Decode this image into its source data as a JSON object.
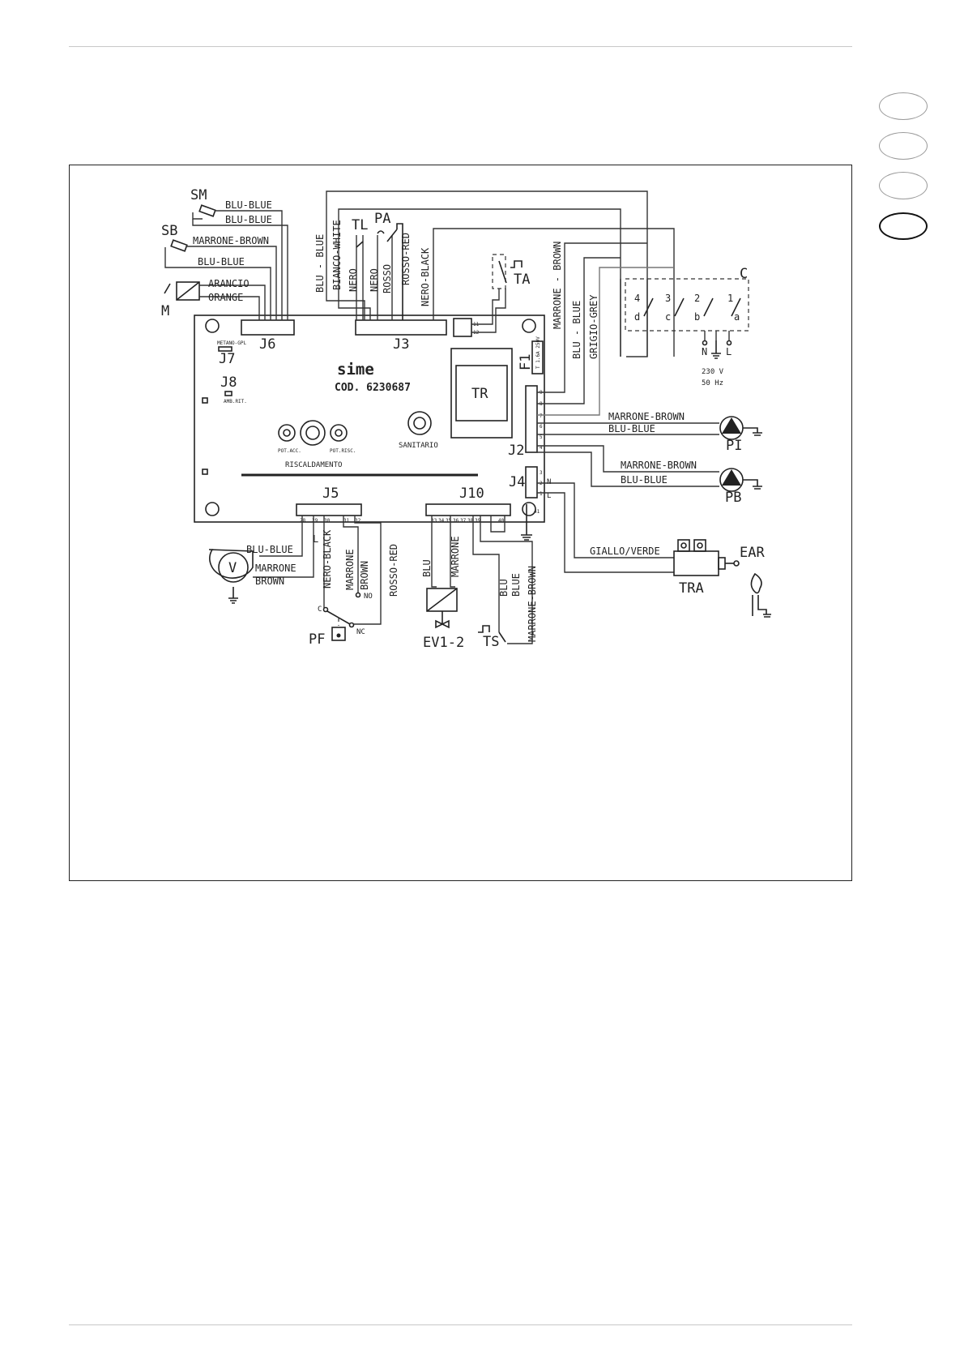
{
  "language_tabs": [
    {
      "active": false
    },
    {
      "active": false
    },
    {
      "active": false
    },
    {
      "active": true
    }
  ],
  "diagram": {
    "board_brand": "sime",
    "board_code": "COD. 6230687",
    "component_labels": {
      "SM": "SM",
      "SB": "SB",
      "M": "M",
      "TL": "TL",
      "PA": "PA",
      "TA": "TA",
      "C": "C",
      "TR": "TR",
      "F1": "F1",
      "PI": "PI",
      "PB": "PB",
      "V": "V",
      "PF": "PF",
      "EV": "EV1-2",
      "TS": "TS",
      "TRA": "TRA",
      "EAR": "EAR"
    },
    "connectors": {
      "J3": "J3",
      "J6": "J6",
      "J7": "J7",
      "J8": "J8",
      "J2": "J2",
      "J4": "J4",
      "J5": "J5",
      "J10": "J10"
    },
    "wire_labels": {
      "sm_1": "BLU-BLUE",
      "sm_2": "BLU-BLUE",
      "sb_1": "MARRONE-BROWN",
      "sb_2": "BLU-BLUE",
      "m_1": "ARANCIO",
      "m_2": "ORANGE",
      "j3_blu": "BLU - BLUE",
      "j3_bianco": "BIANCO-WHITE",
      "j3_nero1": "NERO",
      "j3_nero2": "NERO",
      "j3_rosso": "ROSSO",
      "j3_rossored": "ROSSO-RED",
      "j3_neroblack": "NERO-BLACK",
      "j2_marrone": "MARRONE - BROWN",
      "j2_blu": "BLU - BLUE",
      "j2_grigio": "GRIGIO-GREY",
      "pi_1": "MARRONE-BROWN",
      "pi_2": "BLU-BLUE",
      "pb_1": "MARRONE-BROWN",
      "pb_2": "BLU-BLUE",
      "tra": "GIALLO/VERDE",
      "v_1": "BLU-BLUE",
      "v_2": "MARRONE",
      "v_3": "BROWN",
      "pf_nero": "NERO-BLACK",
      "pf_marrone": "MARRONE",
      "pf_brown": "BROWN",
      "pf_rosso": "ROSSO-RED",
      "ev_blu": "BLU",
      "ev_marrone": "MARRONE",
      "ts_blu": "BLU",
      "ts_blue": "BLUE",
      "ts_marrone": "MARRONE-BROWN"
    },
    "board_labels": {
      "pot_acc": "POT.ACC.",
      "pot_risc": "POT.RISC.",
      "riscaldamento": "RISCALDAMENTO",
      "sanitario": "SANITARIO",
      "metano_gpl": "METANO-GPL",
      "ambrit": "AMB.RIT.",
      "fuse": "T 1.6A 250V"
    },
    "contactor_terminals": [
      "4",
      "3",
      "2",
      "1",
      "d",
      "c",
      "b",
      "a"
    ],
    "mains": {
      "n": "N",
      "l": "L",
      "voltage": "230 V",
      "freq": "50 Hz"
    },
    "j4_terms": {
      "n": "N",
      "l": "L"
    },
    "pf_terms": {
      "c": "C",
      "no": "NO",
      "nc": "NC"
    },
    "j5_l": "L",
    "j2_pins": [
      "9",
      "8",
      "7",
      "6",
      "5",
      "4"
    ],
    "j4_pins": [
      "3",
      "2",
      "1"
    ],
    "j5_pins": [
      "28",
      "29",
      "30",
      "31",
      "32"
    ],
    "j10_pins": [
      "33",
      "34",
      "35",
      "36",
      "37",
      "38",
      "39",
      "40"
    ],
    "j3_pins": [
      "11",
      "12"
    ],
    "earth_pin": "41"
  }
}
